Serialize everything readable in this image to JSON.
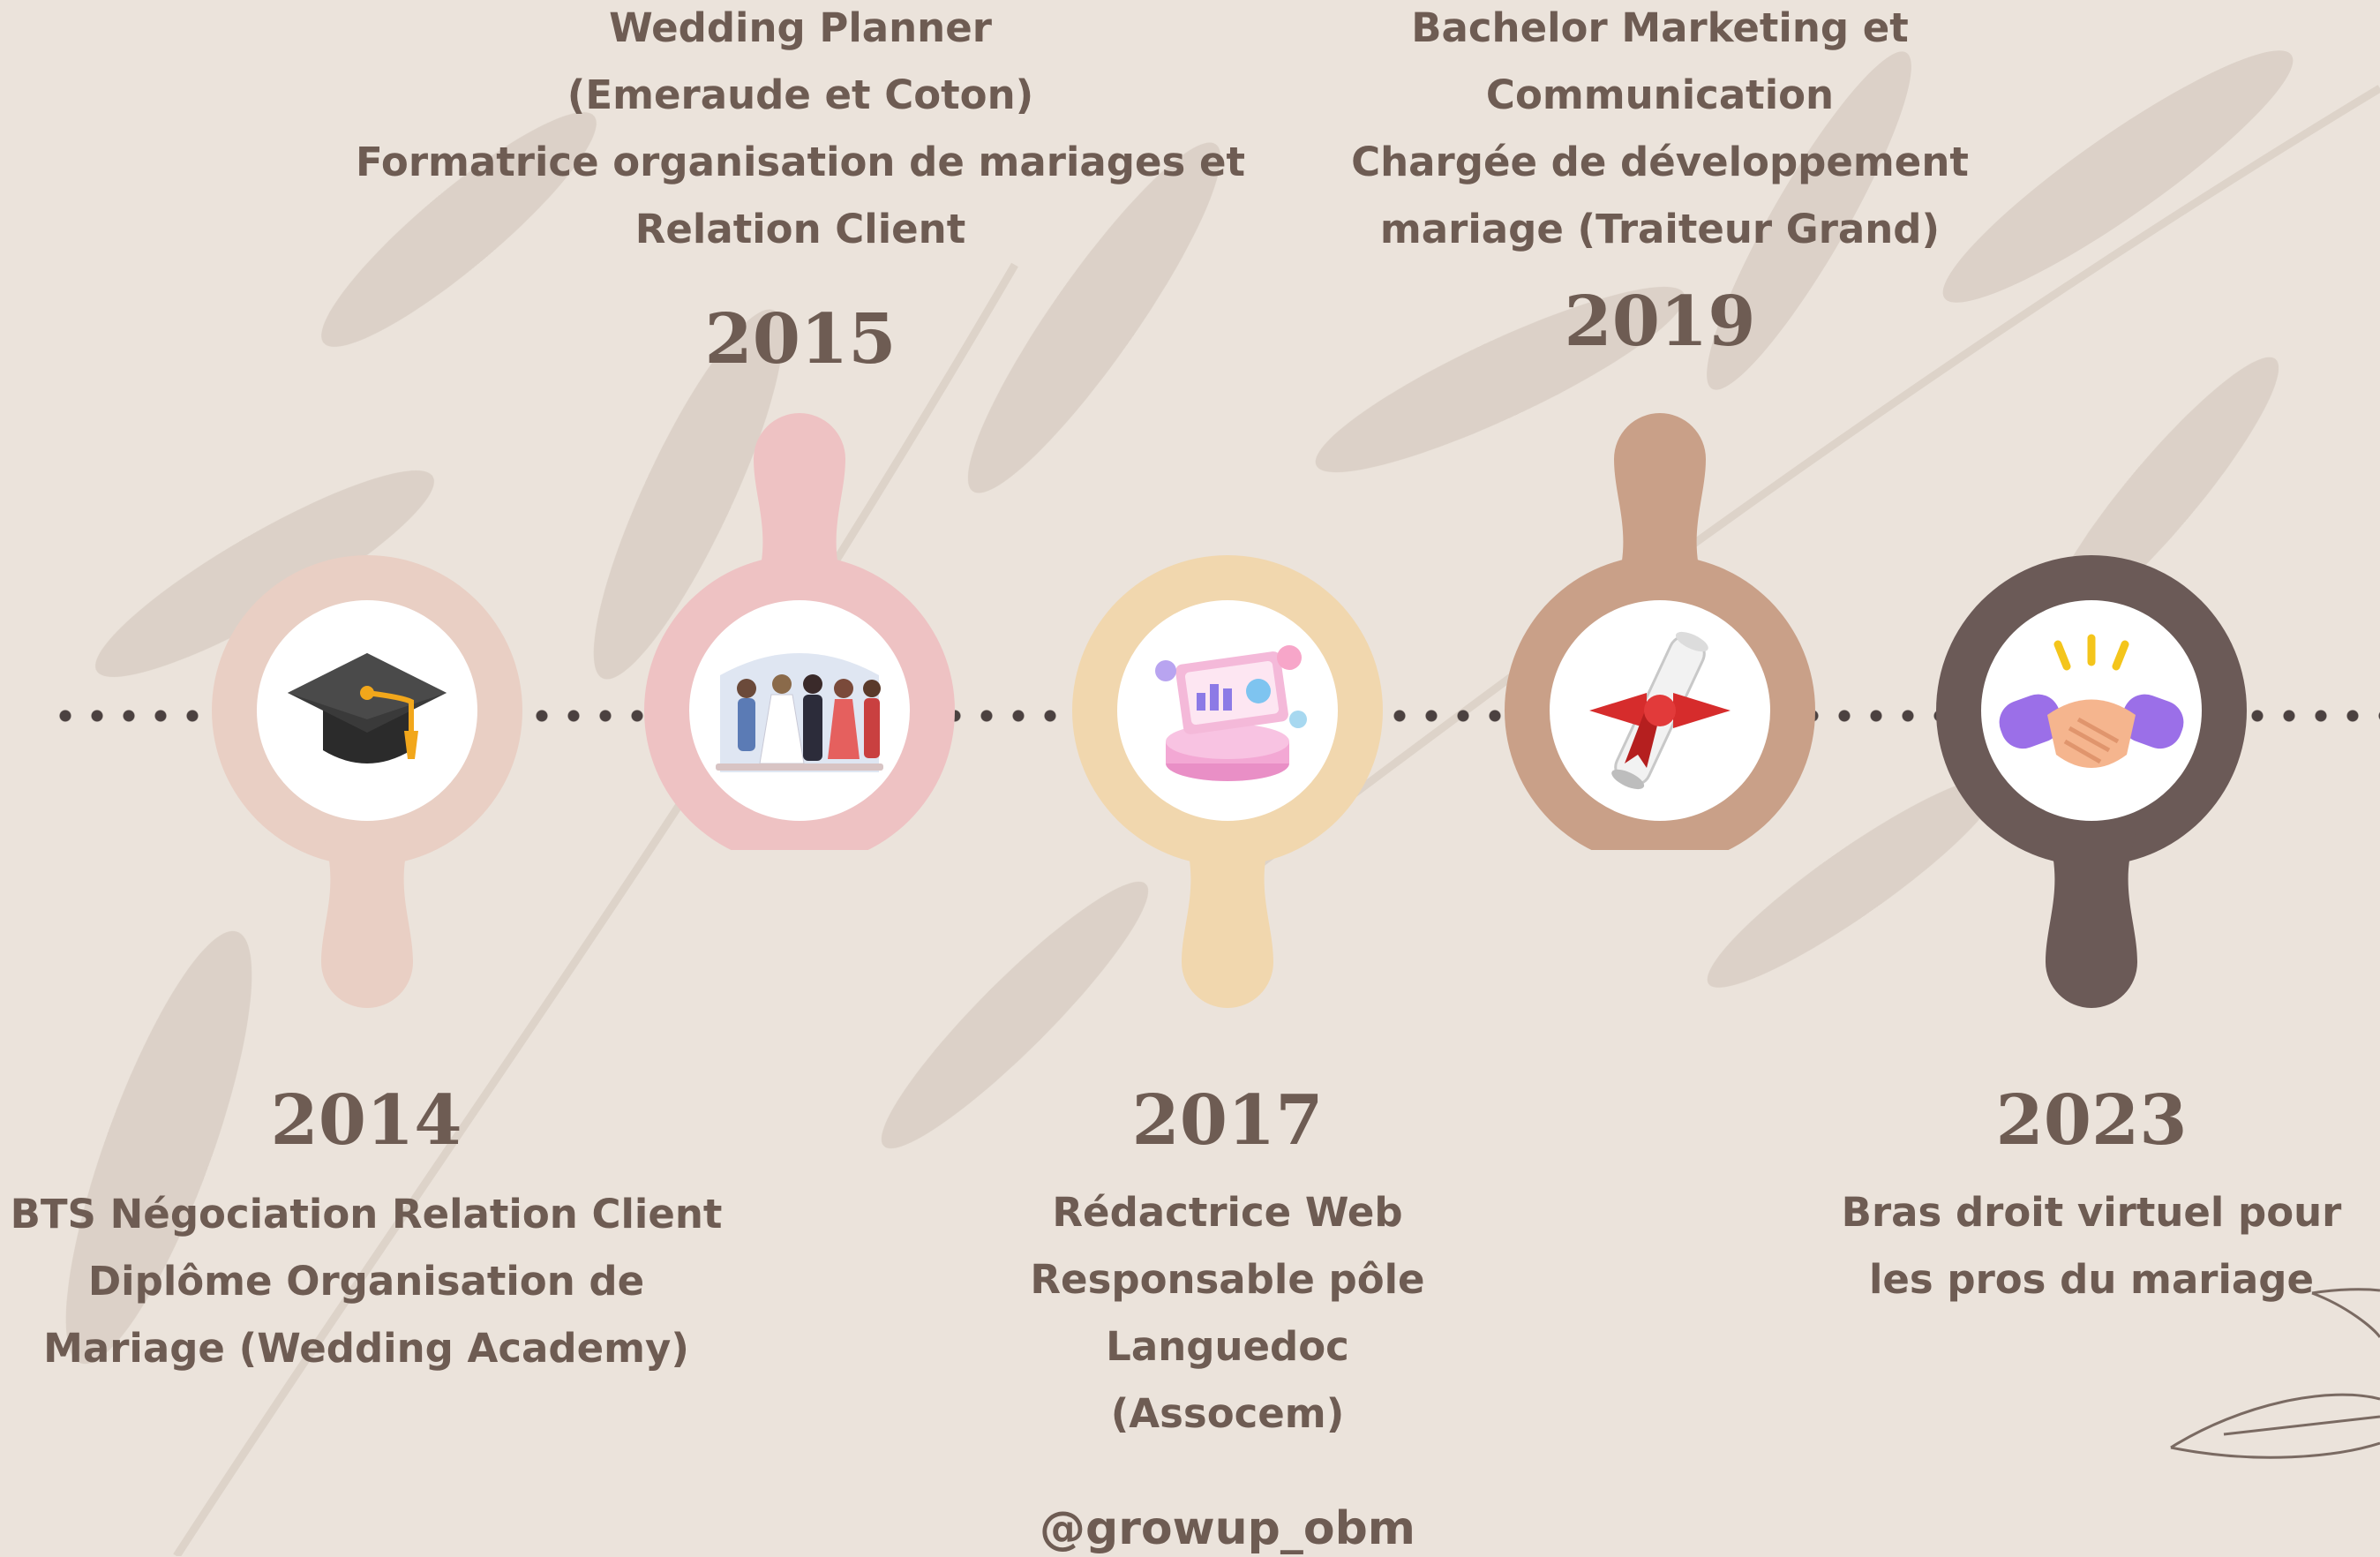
{
  "handle": "@growup_obm",
  "colors": {
    "background": "#ebe3db",
    "text": "#6e5c53",
    "dots": "#4b4140",
    "node_2014": "#e9cfc4",
    "node_2015": "#eec2c3",
    "node_2017": "#f1d7ae",
    "node_2019": "#c9a088",
    "node_2023": "#6b5a57"
  },
  "milestones": [
    {
      "year": "2014",
      "icon": "graduation-cap-icon",
      "lines": [
        "BTS Négociation Relation Client",
        "Diplôme Organisation de",
        "Mariage (Wedding Academy)"
      ]
    },
    {
      "year": "2015",
      "icon": "wedding-party-icon",
      "lines": [
        "Wedding Planner",
        "(Emeraude et Coton)",
        "Formatrice organisation de mariages et",
        "Relation Client"
      ]
    },
    {
      "year": "2017",
      "icon": "web-dashboard-icon",
      "lines": [
        "Rédactrice Web",
        "Responsable pôle",
        "Languedoc",
        "(Assocem)"
      ]
    },
    {
      "year": "2019",
      "icon": "diploma-scroll-icon",
      "lines": [
        "Bachelor Marketing et",
        "Communication",
        "Chargée de développement",
        "mariage (Traiteur Grand)"
      ]
    },
    {
      "year": "2023",
      "icon": "handshake-icon",
      "lines": [
        "Bras droit virtuel pour",
        "les pros du mariage"
      ]
    }
  ]
}
